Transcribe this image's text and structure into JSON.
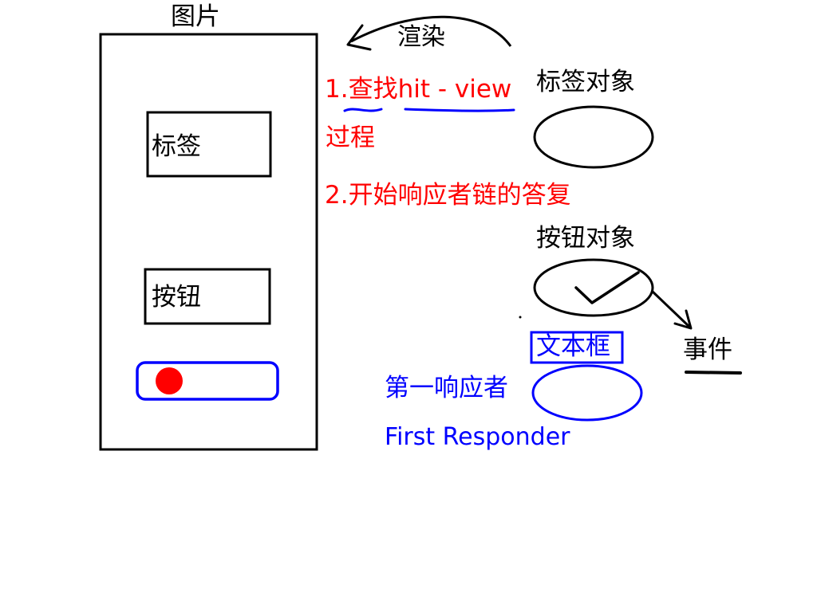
{
  "diagram": {
    "phone_title": "图片",
    "render_label": "渲染",
    "label_widget": "标签",
    "button_widget": "按钮",
    "step1_prefix": "1.",
    "step1_find": "查找",
    "step1_hitview": "hit - view",
    "step1_process": "过程",
    "step2": "2.开始响应者链的答复",
    "label_object": "标签对象",
    "button_object": "按钮对象",
    "textfield": "文本框",
    "event": "事件",
    "first_responder_cn": "第一响应者",
    "first_responder_en": "First Responder"
  },
  "colors": {
    "ink": "#000000",
    "annotation": "#ff0000",
    "responder": "#0000ff",
    "dot": "#ff0000"
  }
}
